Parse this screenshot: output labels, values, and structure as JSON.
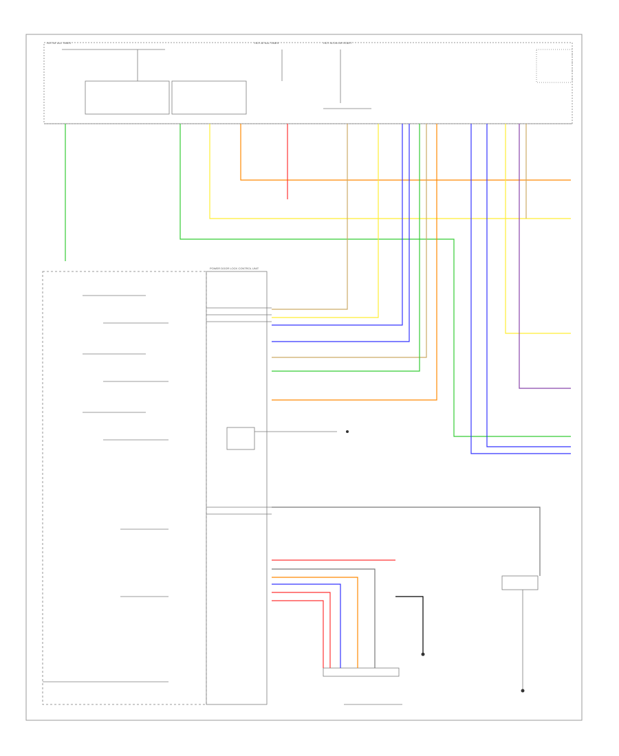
{
  "diagram": {
    "corner_code": "",
    "fuse_box_labels": [
      "HOT AT ALL TIMES",
      "HOT AT ALL TIMES",
      "HOT IN ON OR START"
    ],
    "module_label": "POWER DOOR LOCK CONTROL UNIT",
    "right_label": "",
    "colors": {
      "green": "#33cc33",
      "orange": "#ff8800",
      "red": "#ff3333",
      "yellow": "#ffee33",
      "blue": "#3333ff",
      "tan": "#ccaa66",
      "violet": "#8844aa",
      "gray": "#777777",
      "black": "#000000"
    }
  }
}
